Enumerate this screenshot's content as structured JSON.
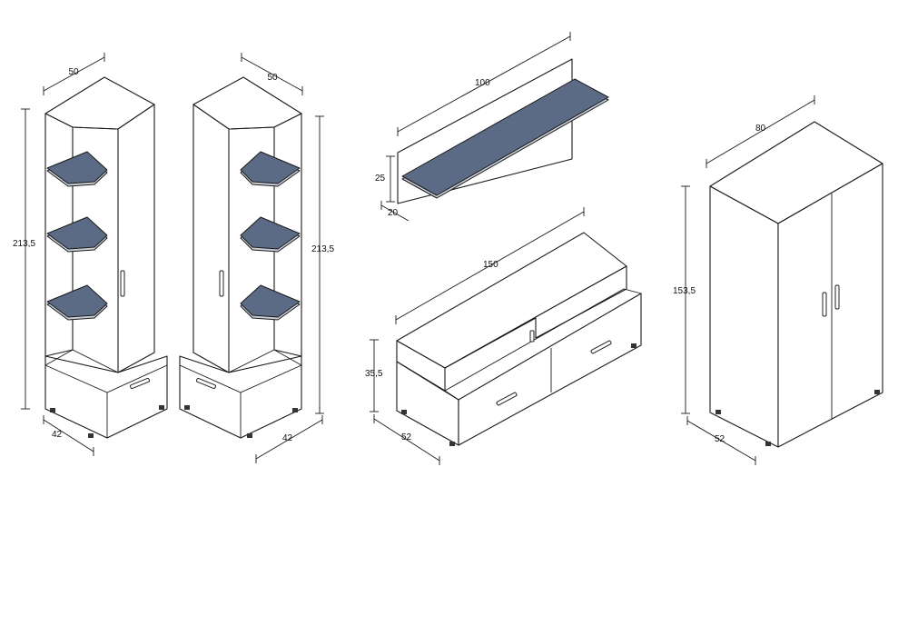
{
  "colors": {
    "line": "#1a1a1a",
    "shelf": "#5b6b85",
    "shelf_edge": "#c9ced6",
    "background": "#ffffff"
  },
  "dimensions": {
    "corner_left": {
      "width": "50",
      "height": "213,5",
      "depth": "42"
    },
    "corner_right": {
      "width": "50",
      "height": "213,5",
      "depth": "42"
    },
    "wall_shelf": {
      "width": "100",
      "height": "25",
      "depth": "20"
    },
    "tv_stand": {
      "width": "150",
      "height": "35,5",
      "depth": "52"
    },
    "wardrobe": {
      "width": "80",
      "height": "153,5",
      "depth": "52"
    }
  }
}
